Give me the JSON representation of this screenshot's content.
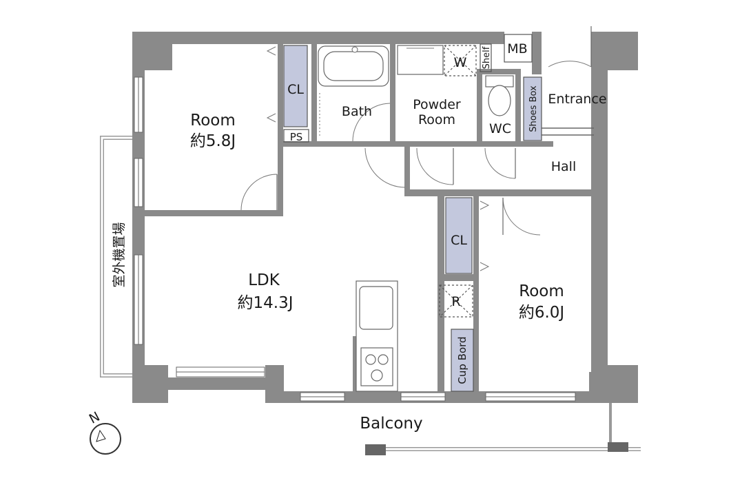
{
  "rooms": {
    "room_west": {
      "name": "Room",
      "size": "約5.8J"
    },
    "ldk": {
      "name": "LDK",
      "size": "約14.3J"
    },
    "room_east": {
      "name": "Room",
      "size": "約6.0J"
    },
    "bath": "Bath",
    "powder_room": {
      "line1": "Powder",
      "line2": "Room"
    },
    "wc": "WC",
    "entrance": "Entrance",
    "hall": "Hall",
    "balcony": "Balcony"
  },
  "storage": {
    "cl_upper": "CL",
    "cl_middle": "CL",
    "ps": "PS",
    "washer": "W",
    "shelf": "Shelf",
    "mb": "MB",
    "shoes_box": "Shoes Box",
    "refrigerator": "R",
    "cupboard": "Cup Bord"
  },
  "outdoor_unit_area": "室外機置場",
  "compass": {
    "label": "N"
  },
  "colors": {
    "wall": "#8a8a8a",
    "closet_fill": "#c3c8dd",
    "background": "#ffffff"
  }
}
